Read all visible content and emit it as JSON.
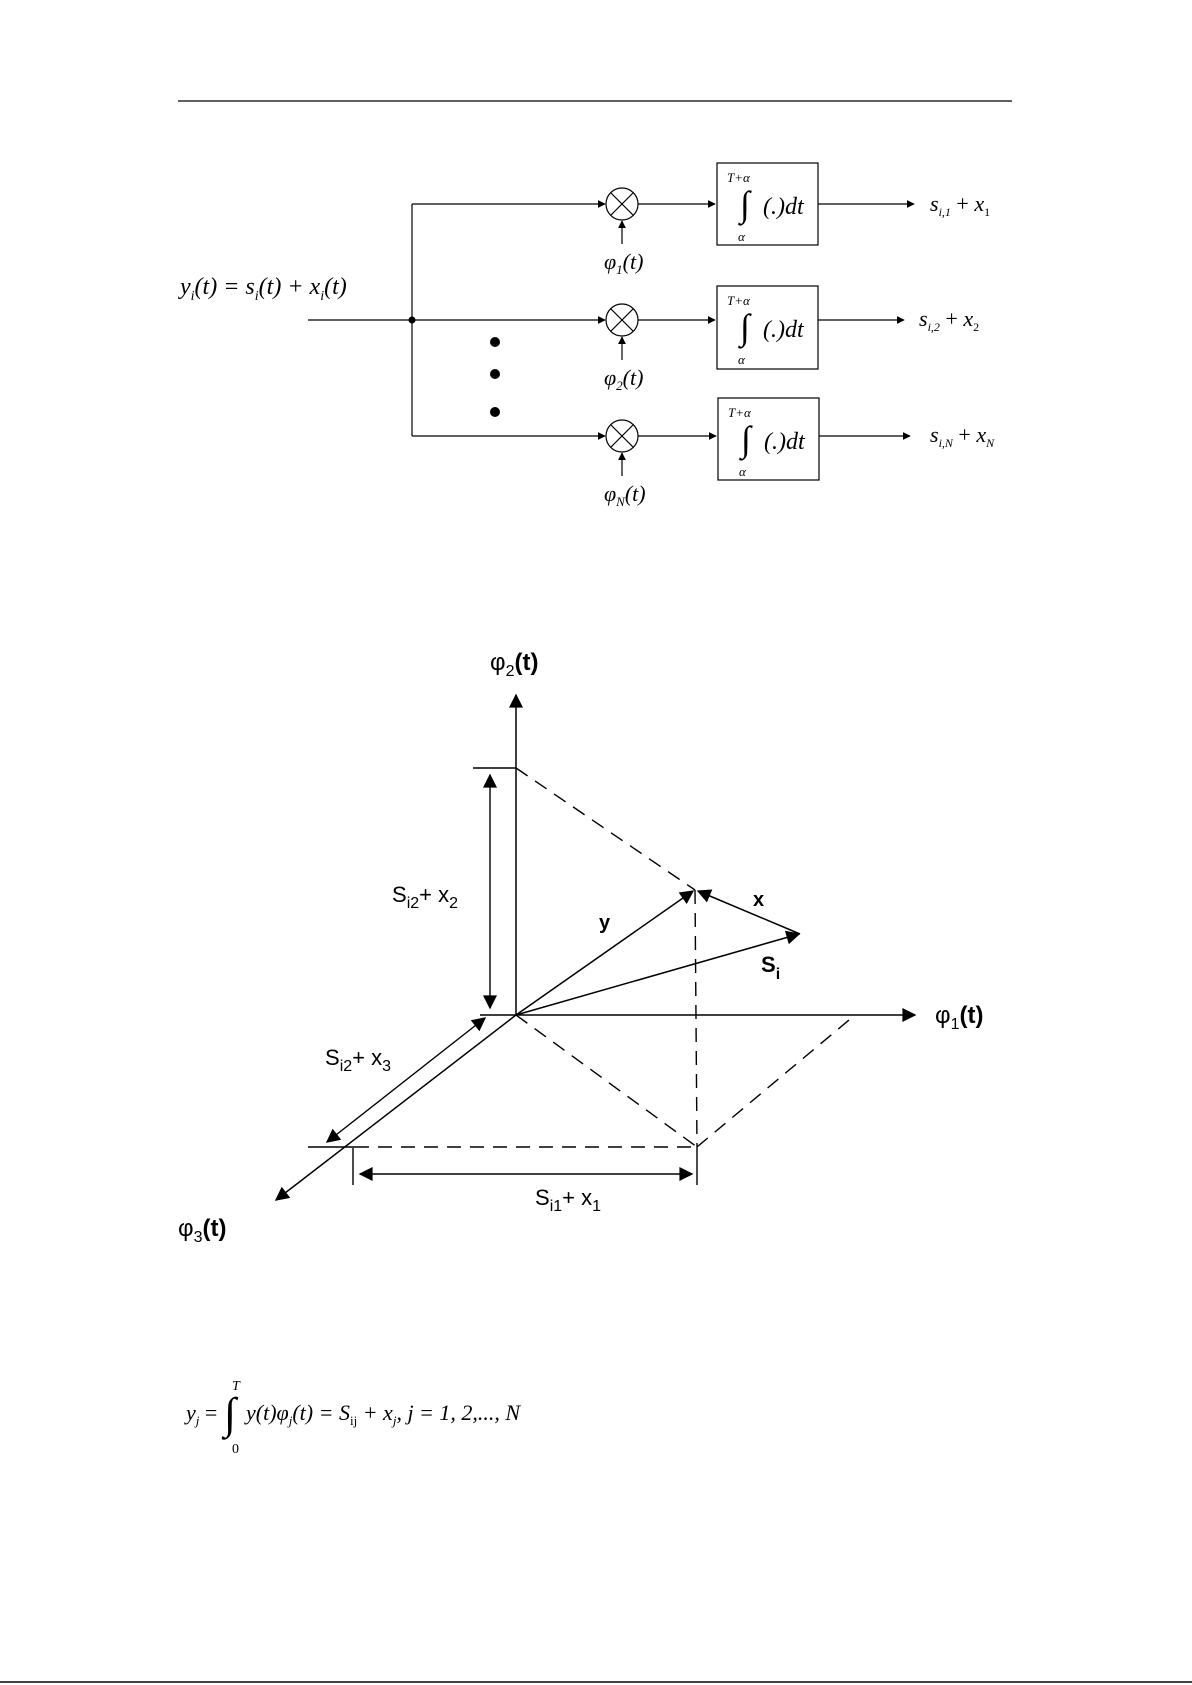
{
  "correlator": {
    "input": {
      "y": "y",
      "sub": "i",
      "lp": "(",
      "t": "t",
      "rp": ")",
      "eq": " = ",
      "s": "s",
      "x": "x",
      "plus": " + "
    },
    "integral": {
      "upper": "T+α",
      "lower": "α",
      "body": "(.)dt"
    },
    "branches": [
      {
        "phi": "φ",
        "phi_sub": "1",
        "arg": "(t)",
        "out_s": "s",
        "out_sub": "i,1",
        "out_plus": " + ",
        "out_x": "x",
        "out_xsub": "1"
      },
      {
        "phi": "φ",
        "phi_sub": "2",
        "arg": "(t)",
        "out_s": "s",
        "out_sub": "i,2",
        "out_plus": " + ",
        "out_x": "x",
        "out_xsub": "2"
      },
      {
        "phi": "φ",
        "phi_sub": "N",
        "arg": "(t)",
        "out_s": "s",
        "out_sub": "i,N",
        "out_plus": " + ",
        "out_x": "x",
        "out_xsub": "N"
      }
    ]
  },
  "signal_space": {
    "axes": {
      "phi1": {
        "sym": "φ",
        "sub": "1",
        "arg": "(t)"
      },
      "phi2": {
        "sym": "φ",
        "sub": "2",
        "arg": "(t)"
      },
      "phi3": {
        "sym": "φ",
        "sub": "3",
        "arg": "(t)"
      }
    },
    "vectors": {
      "y": "y",
      "x": "x",
      "si": "S",
      "si_sub": "i"
    },
    "dims": {
      "vertical": {
        "s": "S",
        "sub": "i2",
        "plus": "+ x",
        "xsub": "2"
      },
      "depth": {
        "s": "S",
        "sub": "i2",
        "plus": "+ x",
        "xsub": "3"
      },
      "horizontal": {
        "s": "S",
        "sub": "i1",
        "plus": "+ x",
        "xsub": "1"
      }
    }
  },
  "equation": {
    "upper": "T",
    "lower": "0",
    "lhs": "y",
    "lhs_sub": "j",
    "eq": " =",
    "integrand": "y(t)φ",
    "integrand_sub": "j",
    "integrand_arg": "(t) = S",
    "s_sub": "ij",
    "plus": " + x",
    "x_sub": "j",
    "tail": ",    j = 1, 2,..., N"
  }
}
